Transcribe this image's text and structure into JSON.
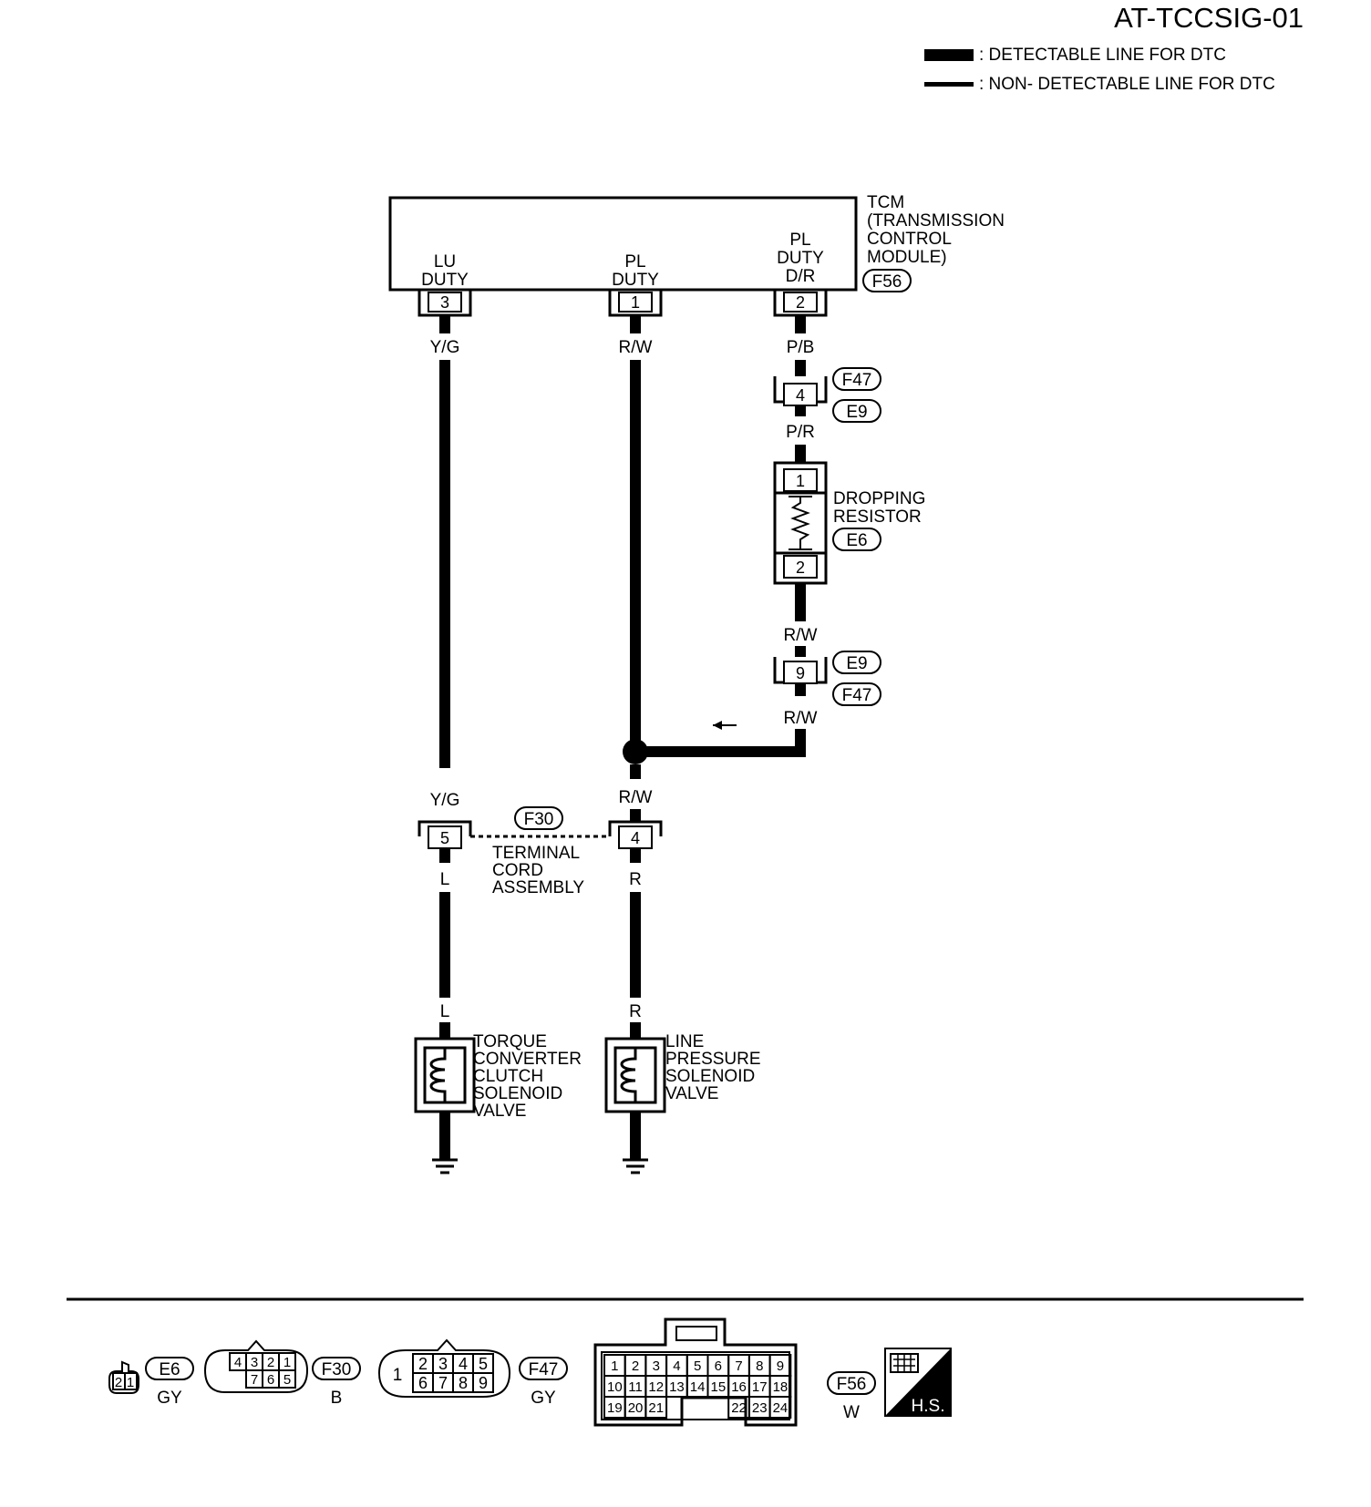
{
  "diagram_id": "AT-TCCSIG-01",
  "legend": {
    "detectable": ": DETECTABLE LINE FOR DTC",
    "non_detectable": ": NON- DETECTABLE LINE FOR DTC"
  },
  "tcm": {
    "name_lines": [
      "TCM",
      "(TRANSMISSION",
      "CONTROL",
      "MODULE)"
    ],
    "connector": "F56",
    "terminals": [
      {
        "pin": "3",
        "label_lines": [
          "LU",
          "DUTY"
        ]
      },
      {
        "pin": "1",
        "label_lines": [
          "PL",
          "DUTY"
        ]
      },
      {
        "pin": "2",
        "label_lines": [
          "PL",
          "DUTY",
          "D/R"
        ]
      }
    ]
  },
  "wires": {
    "lu_top": "Y/G",
    "pl_top": "R/W",
    "pb": "P/B",
    "pr": "P/R",
    "rw_after_resistor": "R/W",
    "rw_after_e9": "R/W",
    "rw_below_splice": "R/W",
    "yg_bottom": "Y/G",
    "l_below_f30": "L",
    "r_below_f30": "R",
    "l_at_valve": "L",
    "r_at_valve": "R"
  },
  "connectors": {
    "f47_e9_top": {
      "pin": "4",
      "tag_upper": "F47",
      "tag_lower": "E9"
    },
    "e9_f47_bottom": {
      "pin": "9",
      "tag_upper": "E9",
      "tag_lower": "F47"
    },
    "f30": {
      "tag": "F30",
      "pin_left": "5",
      "pin_right": "4",
      "label_lines": [
        "TERMINAL",
        "CORD",
        "ASSEMBLY"
      ]
    }
  },
  "dropping_resistor": {
    "label_lines": [
      "DROPPING",
      "RESISTOR"
    ],
    "connector": "E6",
    "pin_top": "1",
    "pin_bottom": "2"
  },
  "valves": {
    "torque_converter": [
      "TORQUE",
      "CONVERTER",
      "CLUTCH",
      "SOLENOID",
      "VALVE"
    ],
    "line_pressure": [
      "LINE",
      "PRESSURE",
      "SOLENOID",
      "VALVE"
    ]
  },
  "connector_views": {
    "e6": {
      "tag": "E6",
      "color": "GY",
      "pins": [
        "2",
        "1"
      ]
    },
    "f30": {
      "tag": "F30",
      "color": "B",
      "pins_top": [
        "4",
        "3",
        "2",
        "1"
      ],
      "pins_bottom": [
        "7",
        "6",
        "5"
      ]
    },
    "f47": {
      "tag": "F47",
      "color": "GY",
      "pin_side": "1",
      "pins_top": [
        "2",
        "3",
        "4",
        "5"
      ],
      "pins_bottom": [
        "6",
        "7",
        "8",
        "9"
      ]
    },
    "f56": {
      "tag": "F56",
      "color": "W",
      "row1": [
        "1",
        "2",
        "3",
        "4",
        "5",
        "6",
        "7",
        "8",
        "9"
      ],
      "row2": [
        "10",
        "11",
        "12",
        "13",
        "14",
        "15",
        "16",
        "17",
        "18"
      ],
      "row3_left": [
        "19",
        "20",
        "21"
      ],
      "row3_right": [
        "22",
        "23",
        "24"
      ]
    },
    "hs_badge": "H.S."
  }
}
